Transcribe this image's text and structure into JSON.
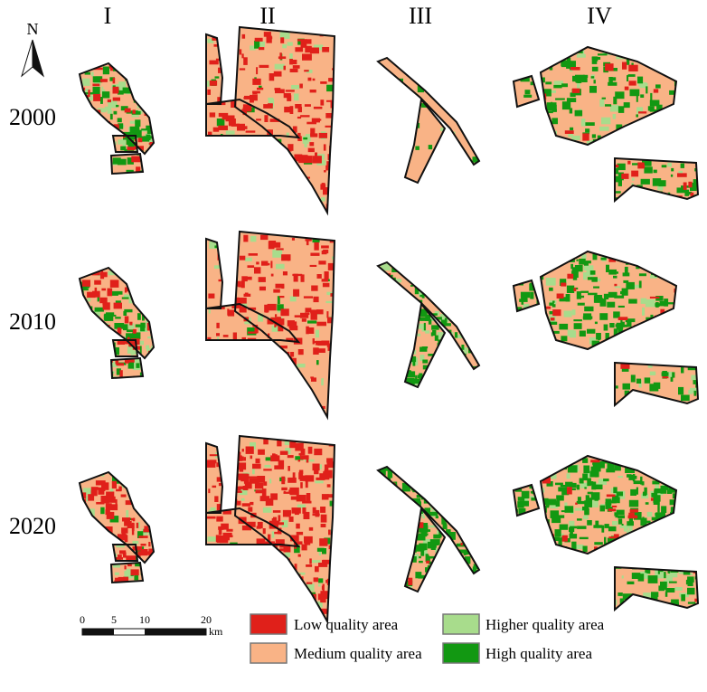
{
  "columns": [
    "I",
    "II",
    "III",
    "IV"
  ],
  "rows": [
    "2000",
    "2010",
    "2020"
  ],
  "north": "N",
  "scale": {
    "ticks": [
      "0",
      "5",
      "10",
      "20"
    ],
    "unit": "km"
  },
  "legend": [
    {
      "key": "low",
      "label": "Low quality area",
      "color": "#e0201a"
    },
    {
      "key": "medium",
      "label": "Medium quality area",
      "color": "#f9b386"
    },
    {
      "key": "higher",
      "label": "Higher quality area",
      "color": "#a8dc8c"
    },
    {
      "key": "high",
      "label": "High quality area",
      "color": "#129812"
    }
  ],
  "colors": {
    "outline": "#111111",
    "low": "#e0201a",
    "medium": "#f9b386",
    "higher": "#a8dc8c",
    "high": "#129812"
  },
  "patch_levels": {
    "I": [
      {
        "low": 0.2,
        "higher": 0.25,
        "high": 0.35
      },
      {
        "low": 0.25,
        "higher": 0.25,
        "high": 0.3
      },
      {
        "low": 0.45,
        "higher": 0.15,
        "high": 0.1
      }
    ],
    "II": [
      {
        "low": 0.25,
        "higher": 0.05,
        "high": 0.03
      },
      {
        "low": 0.3,
        "higher": 0.05,
        "high": 0.03
      },
      {
        "low": 0.4,
        "higher": 0.08,
        "high": 0.03
      }
    ],
    "III": [
      {
        "low": 0.0,
        "higher": 0.02,
        "high": 0.05
      },
      {
        "low": 0.02,
        "higher": 0.2,
        "high": 0.45
      },
      {
        "low": 0.02,
        "higher": 0.15,
        "high": 0.65
      }
    ],
    "IV": [
      {
        "low": 0.06,
        "higher": 0.08,
        "high": 0.25
      },
      {
        "low": 0.06,
        "higher": 0.08,
        "high": 0.3
      },
      {
        "low": 0.05,
        "higher": 0.15,
        "high": 0.45
      }
    ]
  }
}
